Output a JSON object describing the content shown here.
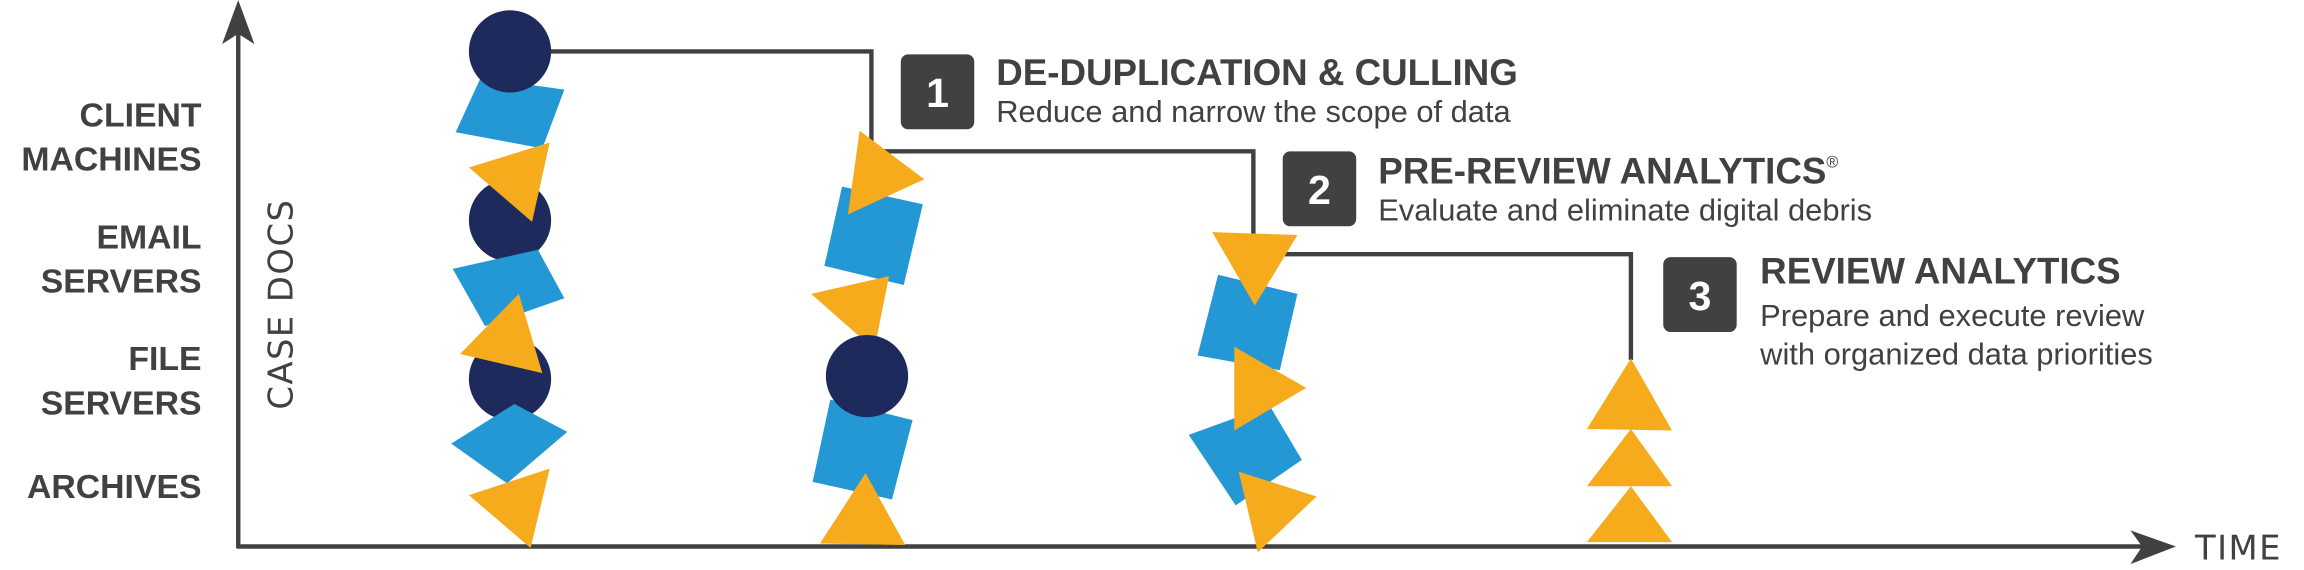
{
  "axes": {
    "y_title": "CASE DOCS",
    "x_title": "TIME",
    "y_labels": [
      {
        "line1": "CLIENT",
        "line2": "MACHINES"
      },
      {
        "line1": "EMAIL",
        "line2": "SERVERS"
      },
      {
        "line1": "FILE",
        "line2": "SERVERS"
      },
      {
        "line1": "ARCHIVES",
        "line2": ""
      }
    ]
  },
  "steps": [
    {
      "number": "1",
      "title": "DE-DUPLICATION & CULLING",
      "description": [
        "Reduce and narrow the scope of data"
      ]
    },
    {
      "number": "2",
      "title": "PRE-REVIEW ANALYTICS",
      "mark": "®",
      "description": [
        "Evaluate and eliminate digital debris"
      ]
    },
    {
      "number": "3",
      "title": "REVIEW ANALYTICS",
      "description": [
        "Prepare and execute review",
        "with organized data priorities"
      ]
    }
  ],
  "colors": {
    "dark": "#414042",
    "navy": "#1f2a5c",
    "blue": "#2498d5",
    "orange": "#f6ab1d"
  }
}
